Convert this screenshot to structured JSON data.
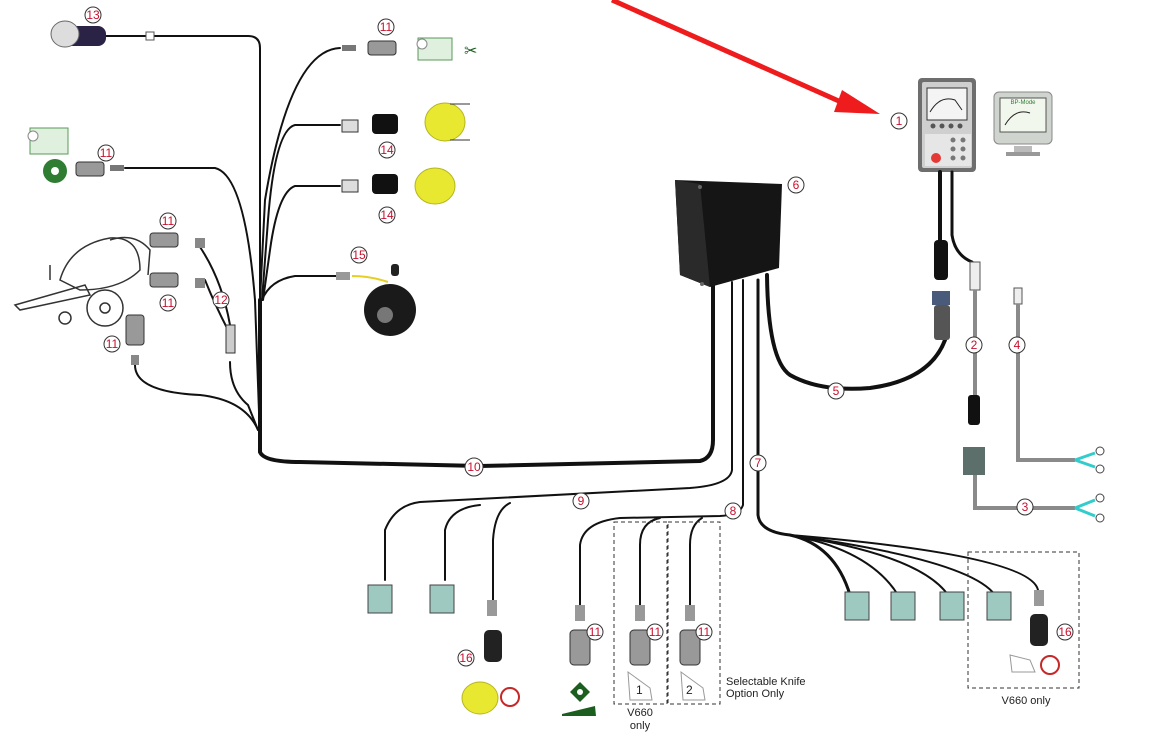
{
  "title": "Wiring harness diagram",
  "callouts": {
    "c1": "1",
    "c2": "2",
    "c3": "3",
    "c4": "4",
    "c5": "5",
    "c6": "6",
    "c7": "7",
    "c8": "8",
    "c9": "9",
    "c10": "10",
    "c11a": "11",
    "c11b": "11",
    "c11c": "11",
    "c11d": "11",
    "c11e": "11",
    "c11f": "11",
    "c11g": "11",
    "c11h": "11",
    "c12": "12",
    "c13": "13",
    "c14a": "14",
    "c14b": "14",
    "c15": "15",
    "c16a": "16",
    "c16b": "16"
  },
  "notes": {
    "knife_1": "1",
    "knife_2": "2",
    "v660_only_a_line1": "V660",
    "v660_only_a_line2": "only",
    "selectable_knife_line1": "Selectable Knife",
    "selectable_knife_line2": "Option Only",
    "v660_only_b": "V660 only",
    "monitor_brand": "BP-Mode"
  },
  "colors": {
    "arrow": "#ee1c1c",
    "callout_text": "#c8102e",
    "sensor_yellow": "#e8e830",
    "icon_green": "#2e7d32",
    "valve_teal": "#9ec9c0",
    "wire": "#111111",
    "aux_wire": "#8a8a8a"
  }
}
